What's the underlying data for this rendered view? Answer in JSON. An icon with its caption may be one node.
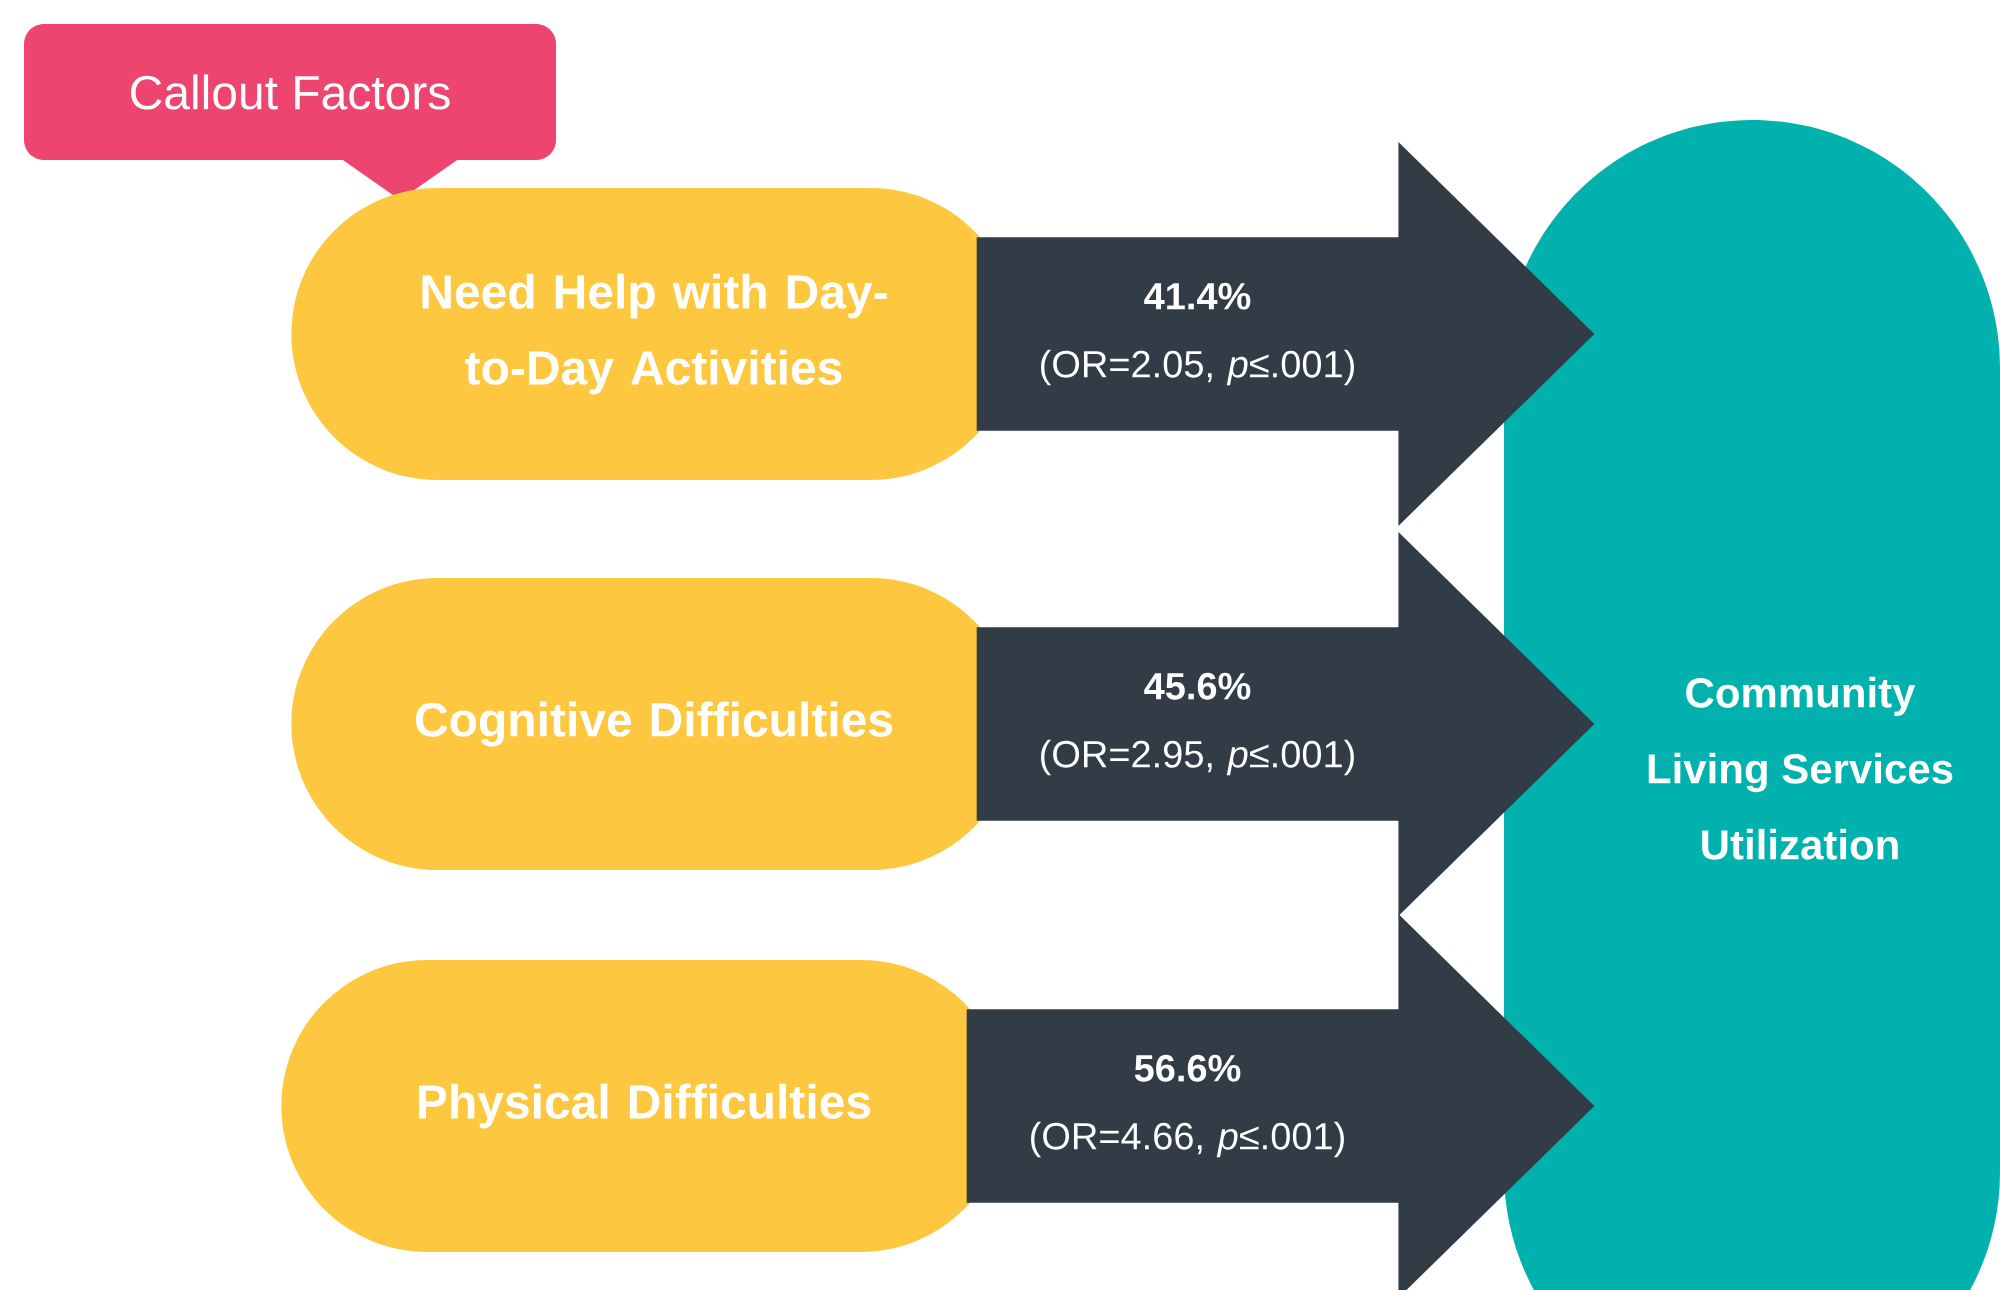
{
  "diagram": {
    "nodes": [
      {
        "text": [
          "Callout Factors"
        ]
      },
      {
        "text": [
          "Need Help with Day-to-Day Activities"
        ]
      },
      {
        "text": [
          "Cognitive Difficulties"
        ]
      },
      {
        "text": [
          "Physical Difficulties"
        ]
      },
      {
        "text": [
          "Community Living Services Utilization"
        ]
      }
    ],
    "edges": [
      {
        "from": 1,
        "to": 4,
        "arrow": "to",
        "label": "**41.4%** (OR=2.05, *p*≤.001)"
      },
      {
        "from": 2,
        "to": 4,
        "arrow": "to",
        "label": "**45.6%** (OR=2.95, *p*≤.001)"
      },
      {
        "from": 3,
        "to": 4,
        "arrow": "to",
        "label": "**56.6%** (OR=4.66, *p*≤.001)"
      }
    ]
  }
}
